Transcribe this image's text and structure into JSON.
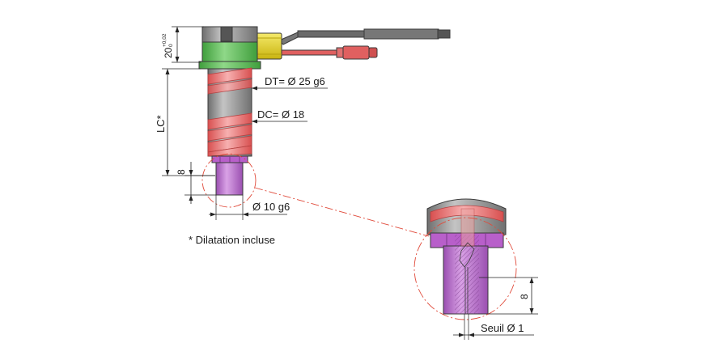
{
  "labels": {
    "height_dim": "20",
    "height_tol_upper": "+0,02",
    "height_tol_lower": "0",
    "lc": "LC*",
    "dt": "DT= Ø 25 g6",
    "dc": "DC= Ø 18",
    "eight_main": "8",
    "diam10": "Ø 10 g6",
    "footnote": "* Dilatation incluse",
    "eight_detail": "8",
    "seuil": "Seuil Ø 1"
  },
  "colors": {
    "green_head": "#5cc055",
    "yellow_connector": "#e8d62a",
    "coil_red": "#e87070",
    "cylinder_grey": "#8f8f8f",
    "tip_purple": "#c07ad2",
    "nut_purple": "#b85fca",
    "cable_dark": "#6a6a6a",
    "cable_red": "#e06060",
    "detail_circle": "#e04a3a"
  }
}
